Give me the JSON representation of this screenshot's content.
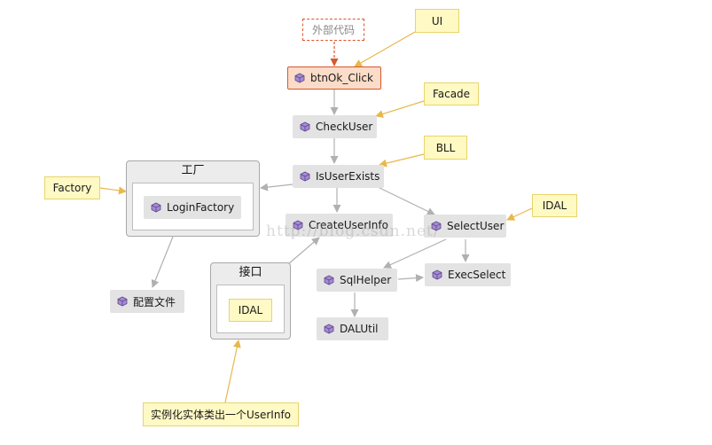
{
  "diagram": {
    "external_code": "外部代码",
    "nodes": {
      "btn_ok_click": "btnOk_Click",
      "check_user": "CheckUser",
      "is_user_exists": "IsUserExists",
      "login_factory": "LoginFactory",
      "create_user_info": "CreateUserInfo",
      "select_user": "SelectUser",
      "sql_helper": "SqlHelper",
      "exec_select": "ExecSelect",
      "dal_util": "DALUtil",
      "config_file": "配置文件"
    },
    "notes": {
      "ui": "UI",
      "facade": "Facade",
      "bll": "BLL",
      "factory": "Factory",
      "idal_right": "IDAL",
      "idal_inner": "IDAL",
      "instantiate_note": "实例化实体类出一个UserInfo"
    },
    "groups": {
      "factory_group": "工厂",
      "interface_group": "接口"
    },
    "watermark": "http://blog.csdn.net/"
  },
  "colors": {
    "node_fill": "#e3e3e3",
    "highlight_fill": "#fbdcc8",
    "highlight_border": "#d9572d",
    "note_fill": "#fff9c4",
    "note_border": "#e8d46a",
    "note_arrow": "#e8b84a",
    "edge": "#b0b0b0",
    "icon": "#7a5ea8"
  }
}
